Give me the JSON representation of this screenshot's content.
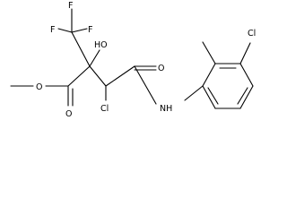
{
  "colors": {
    "bond": "#000000",
    "label": "#000000",
    "background": "#ffffff"
  },
  "atoms": {
    "f_top": "F",
    "f_left": "F",
    "f_right": "F",
    "hydroxyl": "HO",
    "ester_oxygen": "O",
    "carbonyl_oxygen_ester": "O",
    "chloro_alpha": "Cl",
    "amide_oxygen": "O",
    "amide_nitrogen": "NH",
    "chloro_aryl": "Cl"
  }
}
